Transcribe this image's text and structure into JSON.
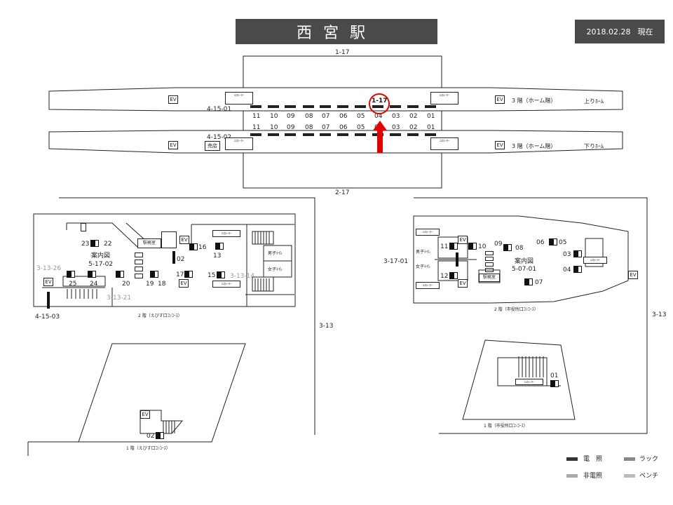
{
  "station_name": "西宮駅",
  "as_of_date": "2018.02.28",
  "as_of_suffix": "現在",
  "platform": {
    "top_line_code": "1-17",
    "bottom_line_code": "2-17",
    "up_track": {
      "code": "4-15-01",
      "floor_label": "3 階（ホーム階）",
      "direction_label": "上りﾎｰﾑ",
      "numbers": [
        "11",
        "10",
        "09",
        "08",
        "07",
        "06",
        "05",
        "04",
        "03",
        "02",
        "01"
      ]
    },
    "down_track": {
      "code": "4-15-02",
      "floor_label": "3 階（ホーム階）",
      "direction_label": "下りﾎｰﾑ",
      "numbers": [
        "11",
        "10",
        "09",
        "08",
        "07",
        "06",
        "05",
        "04",
        "03",
        "02",
        "01"
      ]
    },
    "highlight_label": "1-17",
    "shop_label": "売店"
  },
  "common": {
    "ev_label": "EV",
    "escalator_label": "ｴｽｶﾚｰﾀｰ",
    "station_office": "駅務室",
    "men_toilet": "男子ﾄｲﾚ",
    "women_toilet": "女子ﾄｲﾚ",
    "info_map": "案内図"
  },
  "left_concourse": {
    "floor_label": "2 階（えびす口ｺﾝｺｰｽ）",
    "side_code": "3-13",
    "corner_code": "4-15-03",
    "map_code": "5-17-02",
    "gray_codes": {
      "a": "3-13-26",
      "b": "3-13-21",
      "c": "3-13-14"
    },
    "numbers": {
      "n23": "23",
      "n22": "22",
      "n25": "25",
      "n24": "24",
      "n20": "20",
      "n19": "19",
      "n18": "18",
      "n17": "17",
      "n16": "16",
      "n15": "15",
      "n13": "13",
      "n02": "02"
    }
  },
  "left_ground": {
    "floor_label": "1 階（えびす口ｺﾝｺｰｽ）",
    "number": "02"
  },
  "right_concourse": {
    "floor_label": "2 階（市役所口ｺﾝｺｰｽ）",
    "side_code": "3-13",
    "left_code": "3-17-01",
    "map_code": "5-07-01",
    "numbers": {
      "n11": "11",
      "n10": "10",
      "n09": "09",
      "n08": "08",
      "n06": "06",
      "n05": "05",
      "n03": "03",
      "n04": "04",
      "n12": "12",
      "n07": "07"
    }
  },
  "right_ground": {
    "floor_label": "1 階（市役所口ｺﾝｺｰｽ）",
    "number": "01"
  },
  "legend": {
    "lit": "電　照",
    "rack": "ラック",
    "unlit": "非電照",
    "bench": "ベンチ"
  },
  "colors": {
    "header_bg": "#4a4a4a",
    "highlight": "#e00000",
    "gray_text": "#999999"
  }
}
